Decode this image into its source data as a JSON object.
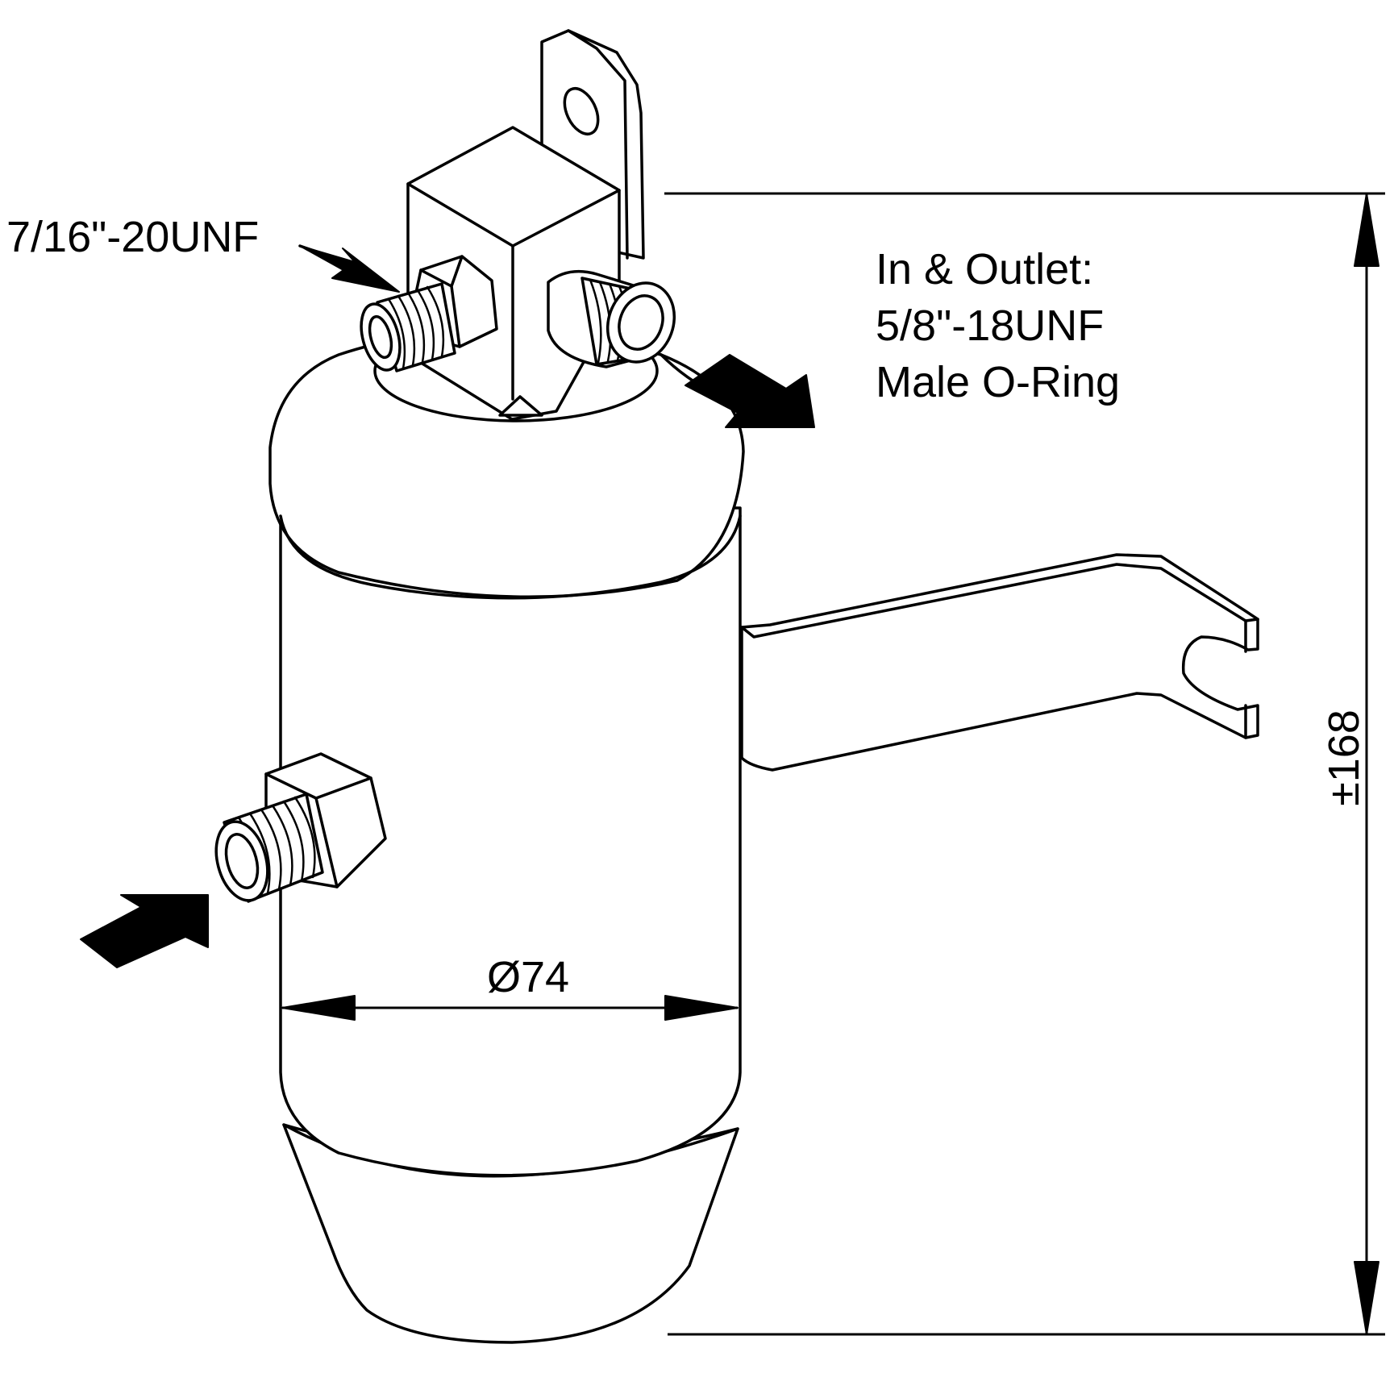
{
  "labels": {
    "small_port_thread": "7/16\"-20UNF",
    "outlet_line_1": "In & Outlet:",
    "outlet_line_2": "5/8\"-18UNF",
    "outlet_line_3": "Male O-Ring",
    "diameter": "Ø74",
    "height": "±168"
  },
  "colors": {
    "line": "#000000",
    "background": "#ffffff"
  }
}
